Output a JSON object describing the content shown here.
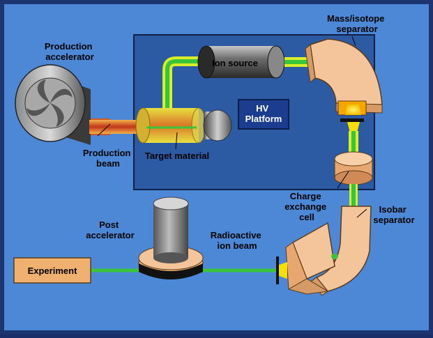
{
  "labels": {
    "production_accelerator": [
      "Production",
      "accelerator"
    ],
    "ion_source": "Ion source",
    "mass_separator": [
      "Mass/isotope",
      "separator"
    ],
    "hv_platform": [
      "HV",
      "Platform"
    ],
    "production_beam": [
      "Production",
      "beam"
    ],
    "target_material": "Target material",
    "charge_exchange": [
      "Charge",
      "exchange",
      "cell"
    ],
    "isobar_separator": [
      "Isobar",
      "separator"
    ],
    "post_accelerator": [
      "Post",
      "accelerator"
    ],
    "radioactive_beam": [
      "Radioactive",
      "ion beam"
    ],
    "experiment": "Experiment"
  },
  "colors": {
    "background": "#4d88d6",
    "platform": "#2c5aa3",
    "magnet": "#f4c59a",
    "beam": "#39c43a",
    "beam_glow": "#d8ee2a",
    "production_beam": "#d96a1d",
    "experiment_box": "#f0b070",
    "hv_box": "#1c3d8f"
  },
  "icons": [
    "accelerator-drum-icon",
    "ion-source-cylinder-icon",
    "target-cylinder-icon",
    "magnet-icon",
    "charge-exchange-cell-icon",
    "post-accelerator-icon"
  ]
}
